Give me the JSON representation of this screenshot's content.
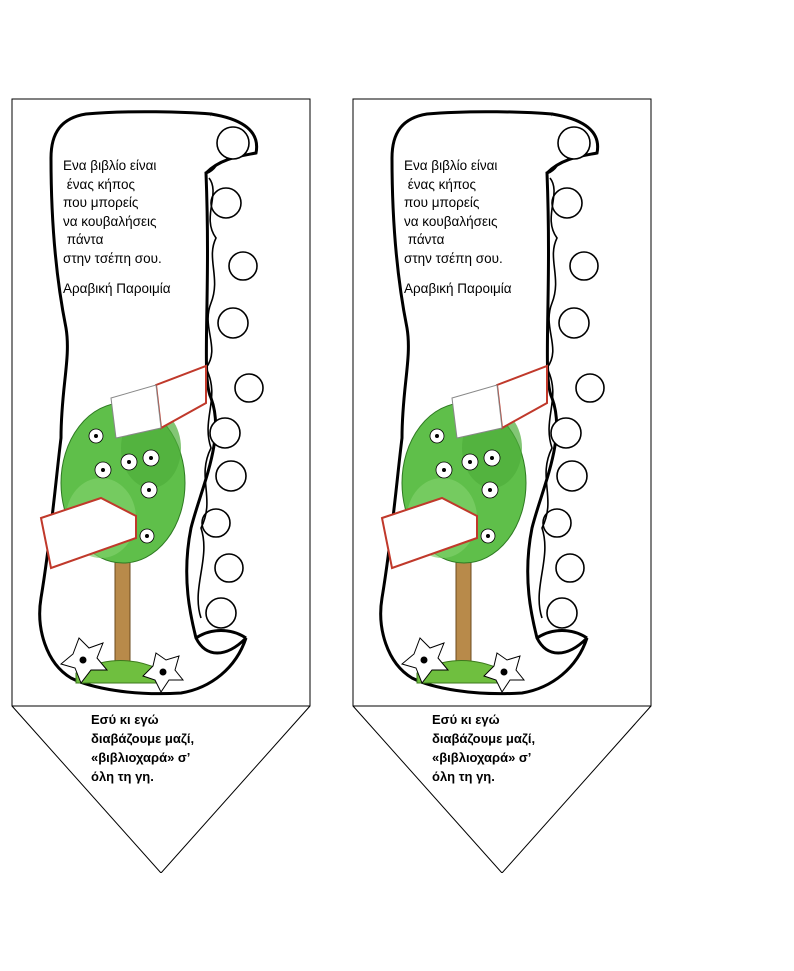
{
  "bookmarks": [
    {
      "quote": "Ενα βιβλίο είναι\n ένας κήπος\nπου μπορείς\nνα κουβαλήσεις\n πάντα\nστην τσέπη σου.",
      "author": "Αραβική Παροιμία",
      "caption": "Εσύ κι εγώ\nδιαβάζουμε μαζί,\n«βιβλιοχαρά» σ’\nόλη τη γη."
    },
    {
      "quote": "Ενα βιβλίο είναι\n ένας κήπος\nπου μπορείς\nνα κουβαλήσεις\n πάντα\nστην τσέπη σου.",
      "author": "Αραβική Παροιμία",
      "caption": "Εσύ κι εγώ\nδιαβάζουμε μαζί,\n«βιβλιοχαρά» σ’\nόλη τη γη."
    }
  ],
  "colors": {
    "outline": "#000000",
    "tree_leaves": "#5fbf4a",
    "tree_trunk": "#b88a4a",
    "book_page": "#ffffff",
    "book_edge": "#c0392b",
    "grass": "#6fbf3f"
  }
}
